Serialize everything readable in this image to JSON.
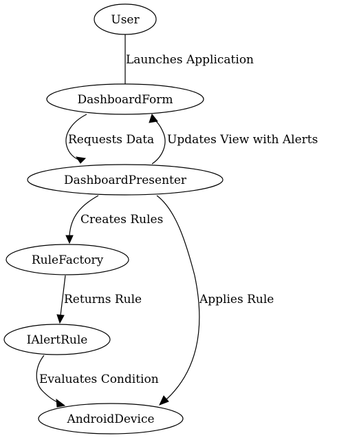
{
  "diagram": {
    "nodes": {
      "user": "User",
      "dashboard_form": "DashboardForm",
      "dashboard_presenter": "DashboardPresenter",
      "rule_factory": "RuleFactory",
      "ialert_rule": "IAlertRule",
      "android_device": "AndroidDevice"
    },
    "edges": {
      "launches_application": "Launches Application",
      "requests_data": "Requests Data",
      "updates_view": "Updates View with Alerts",
      "creates_rules": "Creates Rules",
      "returns_rule": "Returns Rule",
      "applies_rule": "Applies Rule",
      "evaluates_condition": "Evaluates Condition"
    }
  }
}
